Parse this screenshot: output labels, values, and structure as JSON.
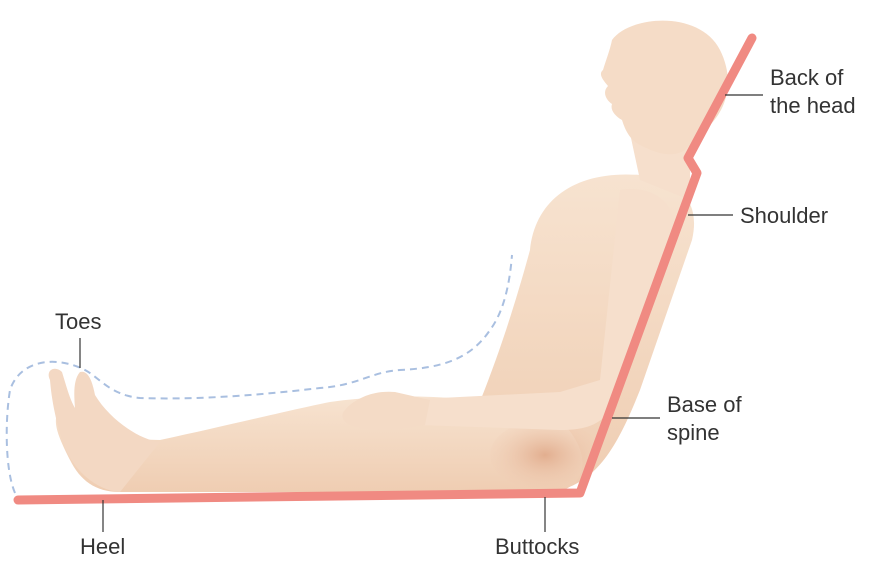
{
  "labels": {
    "head_line1": "Back of",
    "head_line2": "the head",
    "shoulder": "Shoulder",
    "spine_line1": "Base of",
    "spine_line2": "spine",
    "toes": "Toes",
    "heel": "Heel",
    "buttocks": "Buttocks"
  },
  "colors": {
    "pressure_line": "#f08a82",
    "outline_dashed": "#a9bfe0",
    "skin": "#f5dcc7",
    "leader": "#333333",
    "text": "#333333"
  }
}
